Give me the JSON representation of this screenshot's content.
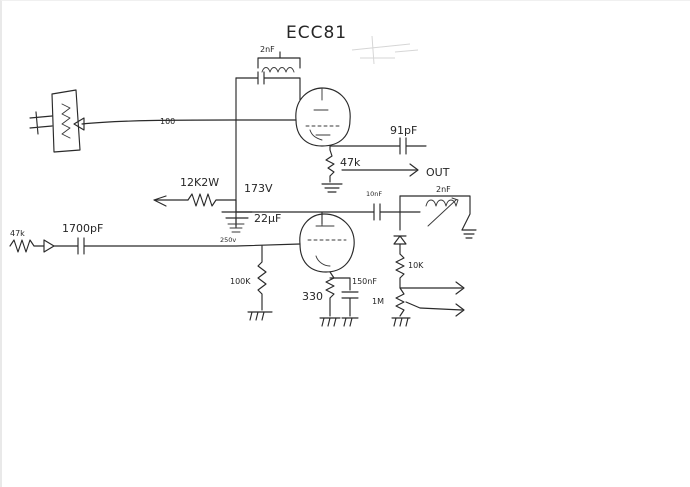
{
  "labels": {
    "tube_type": "ECC81",
    "cap_2nf_top": "2nF",
    "cap_91pf": "91pF",
    "r_47k": "47k",
    "out": "OUT",
    "r_12k2w": "12K2W",
    "voltage_173v": "173V",
    "cap_22uf": "22µF",
    "cap_250v": "250v",
    "wire_100": "100",
    "cap_10nf": "10nF",
    "cap_2nf_right": "2nF",
    "input_47k": "47k",
    "cap_1700pf": "1700pF",
    "r_100k": "100K",
    "r_330": "330",
    "cap_150nf": "150nF",
    "r_10k": "10K",
    "r_1m": "1M"
  }
}
